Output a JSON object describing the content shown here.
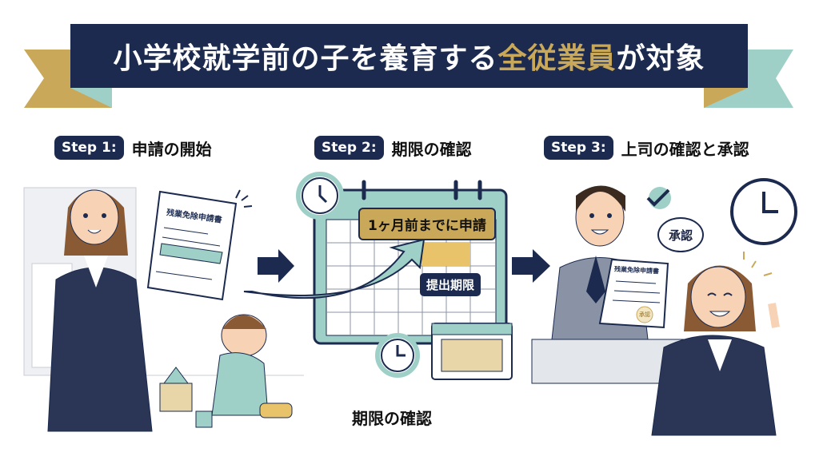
{
  "banner": {
    "title_before": "小学校就学前の子を養育する",
    "title_highlight": "全従業員",
    "title_after": "が対象"
  },
  "steps": [
    {
      "badge": "Step 1:",
      "title": "申請の開始"
    },
    {
      "badge": "Step 2:",
      "title": "期限の確認"
    },
    {
      "badge": "Step 3:",
      "title": "上司の確認と承認"
    }
  ],
  "document_title": "残業免除申請書",
  "calendar": {
    "deadline_note": "1ヶ月前までに申請",
    "deadline_label": "提出期限"
  },
  "approval_bubble": "承認",
  "stamp": "承認",
  "caption": "期限の確認",
  "colors": {
    "navy": "#1b2a4e",
    "gold": "#c9a85a",
    "teal": "#9fd0c8"
  }
}
